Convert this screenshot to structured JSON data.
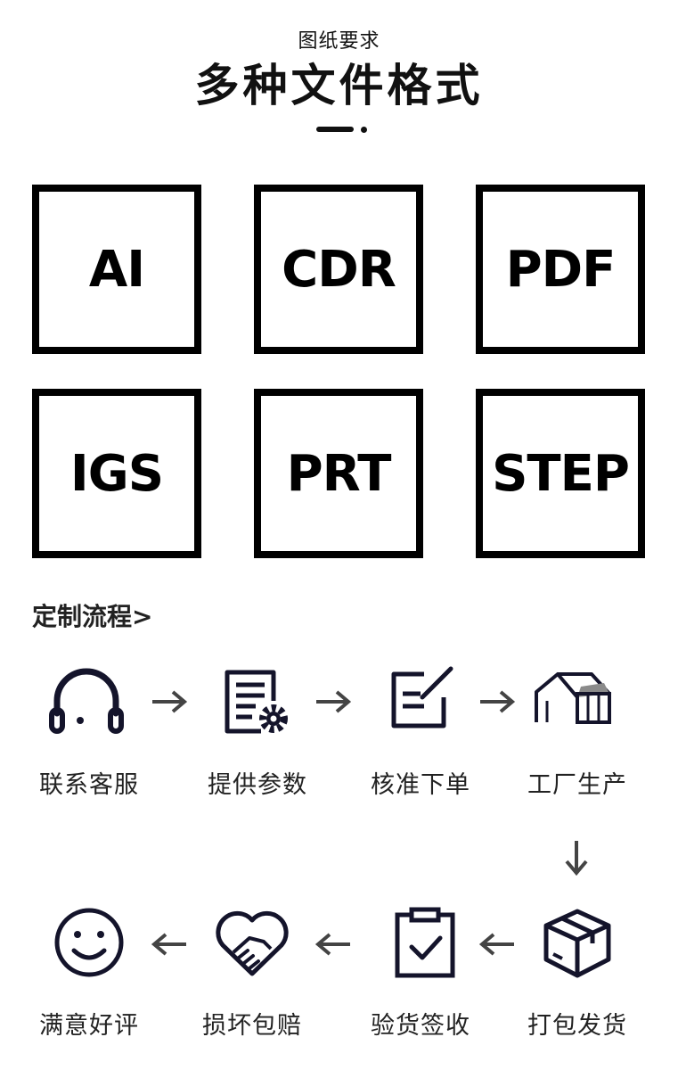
{
  "header": {
    "subtitle": "图纸要求",
    "title": "多种文件格式"
  },
  "formats": [
    "AI",
    "CDR",
    "PDF",
    "IGS",
    "PRT",
    "STEP"
  ],
  "process": {
    "title": "定制流程>",
    "steps": [
      {
        "label": "联系客服",
        "icon": "headphones-icon"
      },
      {
        "label": "提供参数",
        "icon": "document-gear-icon"
      },
      {
        "label": "核准下单",
        "icon": "edit-note-icon"
      },
      {
        "label": "工厂生产",
        "icon": "factory-icon"
      },
      {
        "label": "打包发货",
        "icon": "package-box-icon"
      },
      {
        "label": "验货签收",
        "icon": "clipboard-check-icon"
      },
      {
        "label": "损坏包赔",
        "icon": "handshake-heart-icon"
      },
      {
        "label": "满意好评",
        "icon": "smiley-face-icon"
      }
    ]
  },
  "colors": {
    "text": "#111111",
    "icon": "#14142b",
    "arrow": "#444444",
    "border": "#000000"
  }
}
